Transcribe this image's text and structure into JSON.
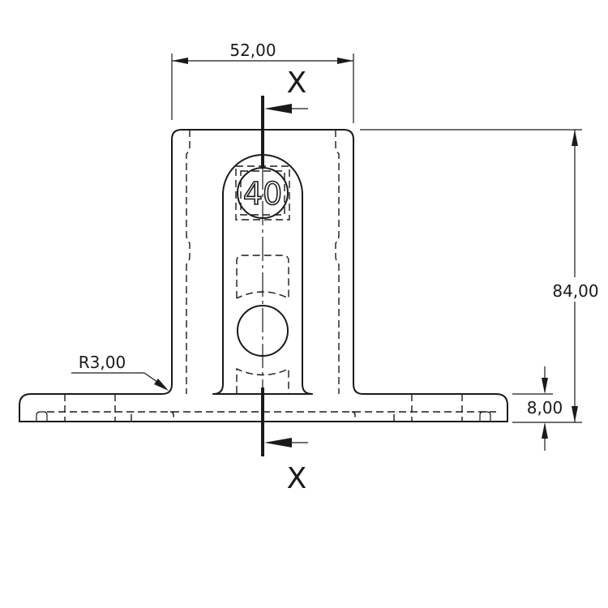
{
  "drawing": {
    "view": "front-view",
    "colors": {
      "line": "#1a1a1a",
      "background": "#ffffff"
    },
    "dimensions": {
      "width": {
        "label": "52,00",
        "value": 52.0
      },
      "height": {
        "label": "84,00",
        "value": 84.0
      },
      "base_thickness": {
        "label": "8,00",
        "value": 8.0
      },
      "fillet_radius": {
        "label": "R3,00",
        "value": 3.0
      }
    },
    "section": {
      "top_label": "X",
      "bottom_label": "X"
    },
    "marking": {
      "label": "40"
    }
  }
}
